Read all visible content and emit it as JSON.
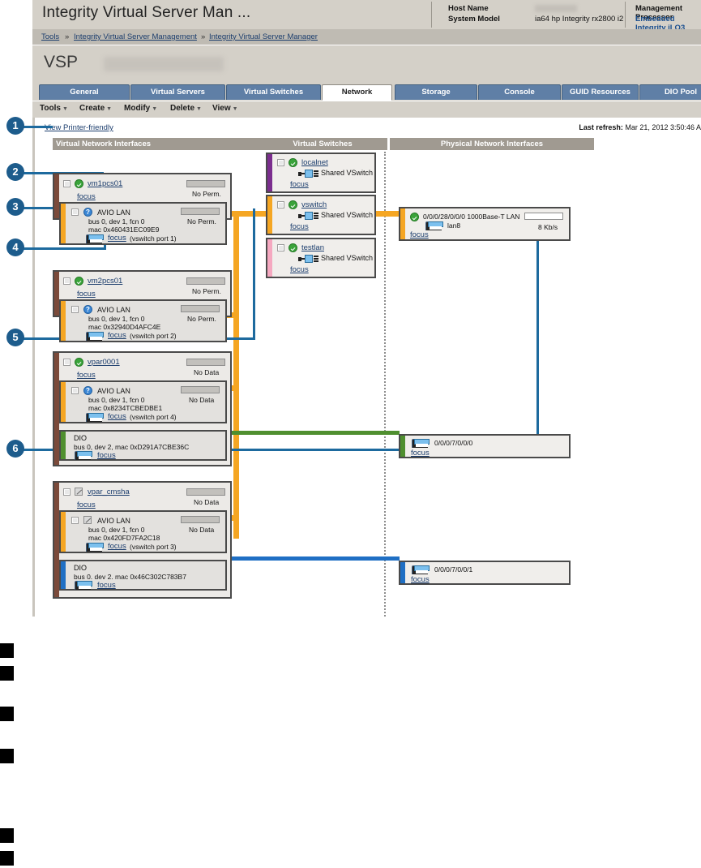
{
  "header": {
    "app_title": "Integrity Virtual Server Man ...",
    "host_name_label": "Host Name",
    "host_name_value": "",
    "system_model_label": "System Model",
    "system_model_value": "ia64 hp Integrity rx2800 i2",
    "mgmt_processor_label": "Management Processor",
    "mgmt_processor_value": "Embedded Integrity iLO3"
  },
  "breadcrumb": {
    "items": [
      "Tools",
      "Integrity Virtual Server Management",
      "Integrity Virtual Server Manager"
    ],
    "separator": "»"
  },
  "vsp": {
    "label": "VSP",
    "name": ""
  },
  "tabs": [
    {
      "label": "General",
      "active": false
    },
    {
      "label": "Virtual Servers",
      "active": false
    },
    {
      "label": "Virtual Switches",
      "active": false
    },
    {
      "label": "Network",
      "active": true
    },
    {
      "label": "Storage",
      "active": false
    },
    {
      "label": "Console",
      "active": false
    },
    {
      "label": "GUID Resources",
      "active": false
    },
    {
      "label": "DIO Pool",
      "active": false
    }
  ],
  "menubar": [
    {
      "label": "Tools"
    },
    {
      "label": "Create"
    },
    {
      "label": "Modify"
    },
    {
      "label": "Delete"
    },
    {
      "label": "View"
    }
  ],
  "toolbar": {
    "printer_friendly": "View Printer-friendly",
    "last_refresh_label": "Last refresh:",
    "last_refresh_value": "Mar 21, 2012 3:50:46 A"
  },
  "columns": {
    "vni": "Virtual Network Interfaces",
    "vsw": "Virtual Switches",
    "pni": "Physical Network Interfaces"
  },
  "labels": {
    "focus": "focus",
    "shared_vswitch": "Shared VSwitch",
    "avio_lan": "AVIO LAN",
    "dio": "DIO",
    "no_perm": "No Perm.",
    "no_data": "No Data",
    "rate": "8 Kb/s"
  },
  "virtual_servers": [
    {
      "name": "vm1pcs01",
      "status_icon": "check-ok-icon",
      "meter_status": "No Perm.",
      "nic": {
        "type": "AVIO LAN",
        "icon": "question-blue-icon",
        "bus": "bus 0, dev 1, fcn 0",
        "mac": "mac 0x460431EC09E9",
        "port": "(vswitch port 1)",
        "meter_status": "No Perm."
      }
    },
    {
      "name": "vm2pcs01",
      "status_icon": "check-ok-icon",
      "meter_status": "No Perm.",
      "nic": {
        "type": "AVIO LAN",
        "icon": "question-blue-icon",
        "bus": "bus 0, dev 1, fcn 0",
        "mac": "mac 0x32940D4AFC4E",
        "port": "(vswitch port 2)",
        "meter_status": "No Perm."
      }
    },
    {
      "name": "vpar0001",
      "status_icon": "check-ok-icon",
      "meter_status": "No Data",
      "nic": {
        "type": "AVIO LAN",
        "icon": "question-blue-icon",
        "bus": "bus 0, dev 1, fcn 0",
        "mac": "mac 0x8234TCBEDBE1",
        "port": "(vswitch port 4)",
        "meter_status": "No Data"
      },
      "dio": {
        "type": "DIO",
        "detail": "bus 0, dev 2, mac 0xD291A7CBE36C"
      }
    },
    {
      "name": "vpar_cmsha",
      "status_icon": "pencil-icon",
      "meter_status": "No Data",
      "nic": {
        "type": "AVIO LAN",
        "icon": "pencil-icon",
        "bus": "bus 0, dev 1, fcn 0",
        "mac": "mac 0x420FD7FA2C18",
        "port": "(vswitch port 3)",
        "meter_status": "No Data"
      },
      "dio": {
        "type": "DIO",
        "detail": "bus 0. dev 2. mac 0x46C302C783B7"
      }
    }
  ],
  "virtual_switches": [
    {
      "name": "localnet",
      "kind": "Shared VSwitch",
      "accent": "#7B2D8E"
    },
    {
      "name": "vswitch",
      "kind": "Shared VSwitch",
      "accent": "#F5A623"
    },
    {
      "name": "testlan",
      "kind": "Shared VSwitch",
      "accent": "#F5A8C0"
    }
  ],
  "physical_interfaces": [
    {
      "name": "0/0/0/28/0/0/0 1000Base-T LAN",
      "device": "lan8",
      "rate": "8 Kb/s",
      "accent": "#F5A623",
      "has_status": true
    },
    {
      "name": "0/0/0/7/0/0/0",
      "device": "",
      "rate": "",
      "accent": "#4F8F2F",
      "has_status": false
    },
    {
      "name": "0/0/0/7/0/0/1",
      "device": "",
      "rate": "",
      "accent": "#1F6FC4",
      "has_status": false
    }
  ],
  "callouts": [
    "1",
    "2",
    "3",
    "4",
    "5",
    "6"
  ],
  "colors": {
    "accent_blue": "#1d5c8c",
    "line_orange": "#f5a623",
    "line_green": "#4f8f2f",
    "line_blue": "#1f6fc4",
    "vm_edge_brown": "#7B4A3A",
    "tab_blue": "#5f7fa6"
  }
}
